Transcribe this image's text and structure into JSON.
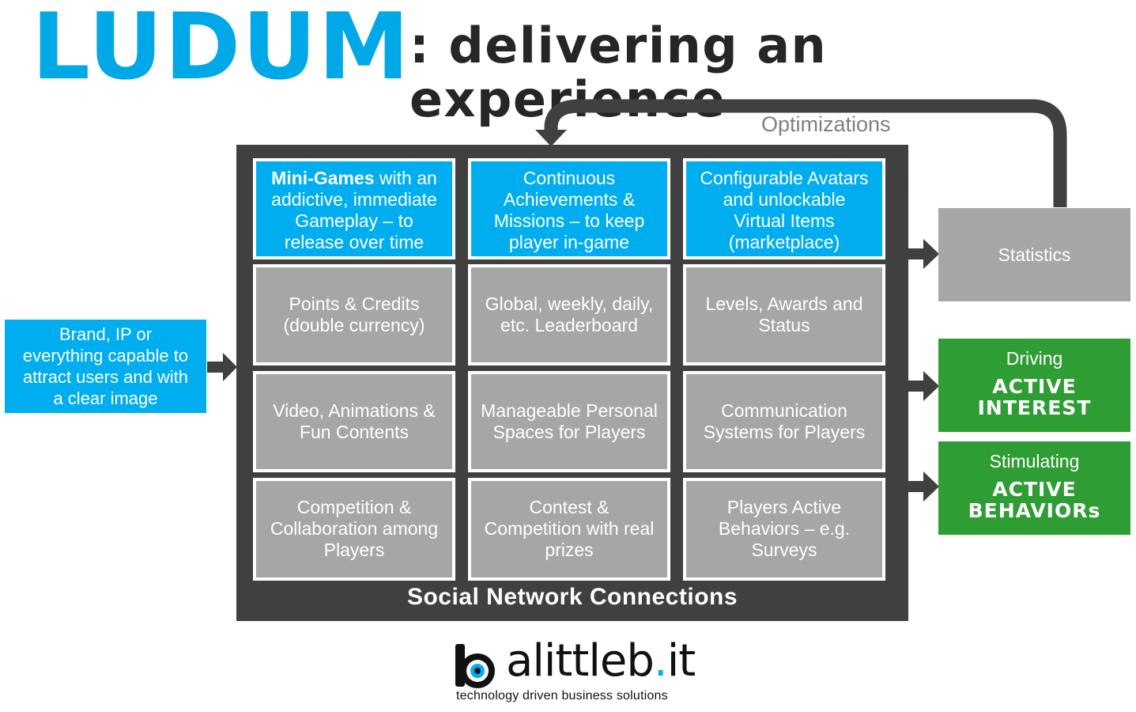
{
  "title": {
    "main": "LUDUM",
    "subtitle": ": delivering an experience"
  },
  "optimizations_label": "Optimizations",
  "brand_box": "Brand, IP or\neverything capable to\nattract users and with\na clear image",
  "grid": {
    "r1": [
      {
        "bold": "Mini-Games",
        "text": " with an\naddictive, immediate\nGameplay – to\nrelease over time"
      },
      {
        "text": "Continuous\nAchievements &\nMissions – to keep\nplayer in-game"
      },
      {
        "text": "Configurable Avatars\nand unlockable\nVirtual Items\n(marketplace)"
      }
    ],
    "r2": [
      {
        "text": "Points & Credits\n(double currency)"
      },
      {
        "text": "Global, weekly, daily,\netc. Leaderboard"
      },
      {
        "text": "Levels, Awards and\nStatus"
      }
    ],
    "r3": [
      {
        "text": "Video, Animations &\nFun Contents"
      },
      {
        "text": "Manageable Personal\nSpaces for Players"
      },
      {
        "text": "Communication\nSystems for Players"
      }
    ],
    "r4": [
      {
        "text": "Competition &\nCollaboration among\nPlayers"
      },
      {
        "text": "Contest &\nCompetition with real\nprizes"
      },
      {
        "text": "Players Active\nBehaviors – e.g.\nSurveys"
      }
    ]
  },
  "social_label": "Social Network Connections",
  "statistics": "Statistics",
  "driving": {
    "line1": "Driving",
    "line2": "ACTIVE\nINTEREST"
  },
  "stimulating": {
    "line1": "Stimulating",
    "line2": "ACTIVE\nBEHAVIORs"
  },
  "logo": {
    "name_a": "alittleb",
    "name_dot": ".",
    "name_b": "it",
    "tagline": "technology driven business solutions"
  },
  "colors": {
    "blue": "#00aeef",
    "title_blue": "#00a8e8",
    "dark": "#404040",
    "gray": "#a6a6a6",
    "green": "#2e9e34"
  }
}
